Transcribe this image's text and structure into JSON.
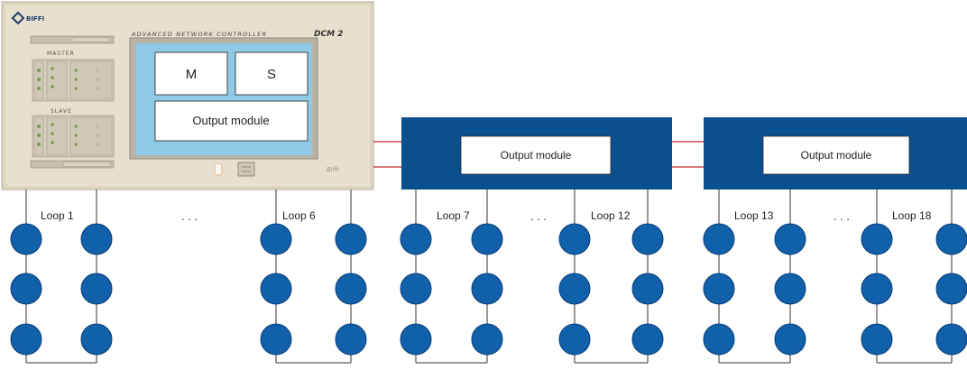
{
  "controller": {
    "brand": "BIFFI",
    "title": "ADVANCED NETWORK CONTROLLER",
    "model": "DCM 2",
    "master_label": "MASTER",
    "slave_label": "SLAVE",
    "signature": "Biffi",
    "screen": {
      "master_box": "M",
      "slave_box": "S",
      "output_box": "Output module"
    }
  },
  "output_modules": [
    {
      "label": "Output module"
    },
    {
      "label": "Output module"
    }
  ],
  "loops": [
    {
      "label": "Loop 1"
    },
    {
      "label": "Loop 6"
    },
    {
      "label": "Loop 7"
    },
    {
      "label": "Loop 12"
    },
    {
      "label": "Loop 13"
    },
    {
      "label": "Loop 18"
    }
  ],
  "ellipses": [
    {
      "label": ". . ."
    },
    {
      "label": ". . ."
    },
    {
      "label": ". . ."
    }
  ],
  "colors": {
    "module_fill": "#0a4f8e",
    "node_fill": "#1160aa",
    "node_stroke": "#0a3e78",
    "link_line": "#c0282d",
    "screen_fill": "#8ecae6",
    "panel_fill": "#e7dfcd"
  }
}
